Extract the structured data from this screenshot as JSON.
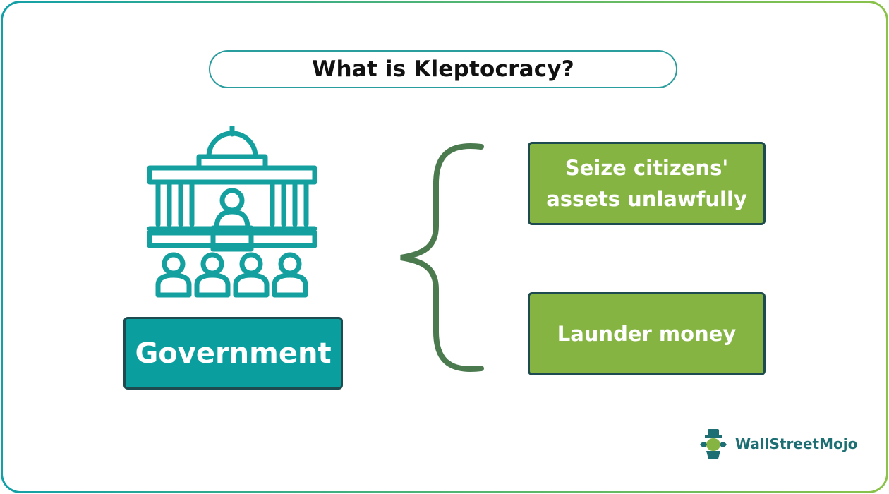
{
  "title": "What is Kleptocracy?",
  "government": {
    "label": "Government",
    "icon": "government-building-icon"
  },
  "items": [
    {
      "label": "Seize citizens' assets unlawfully"
    },
    {
      "label": "Launder money"
    }
  ],
  "logo": {
    "text": "WallStreetMojo",
    "icon": "wallstreetmojo-mascot-icon"
  },
  "colors": {
    "teal": "#0a9e9e",
    "green": "#86b443",
    "brace": "#4a7a4e",
    "border": "#1d4b4f"
  }
}
